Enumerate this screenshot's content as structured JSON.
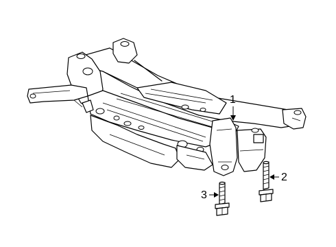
{
  "callouts": {
    "subframe": "1",
    "long_bolt": "2",
    "short_bolt": "3"
  }
}
